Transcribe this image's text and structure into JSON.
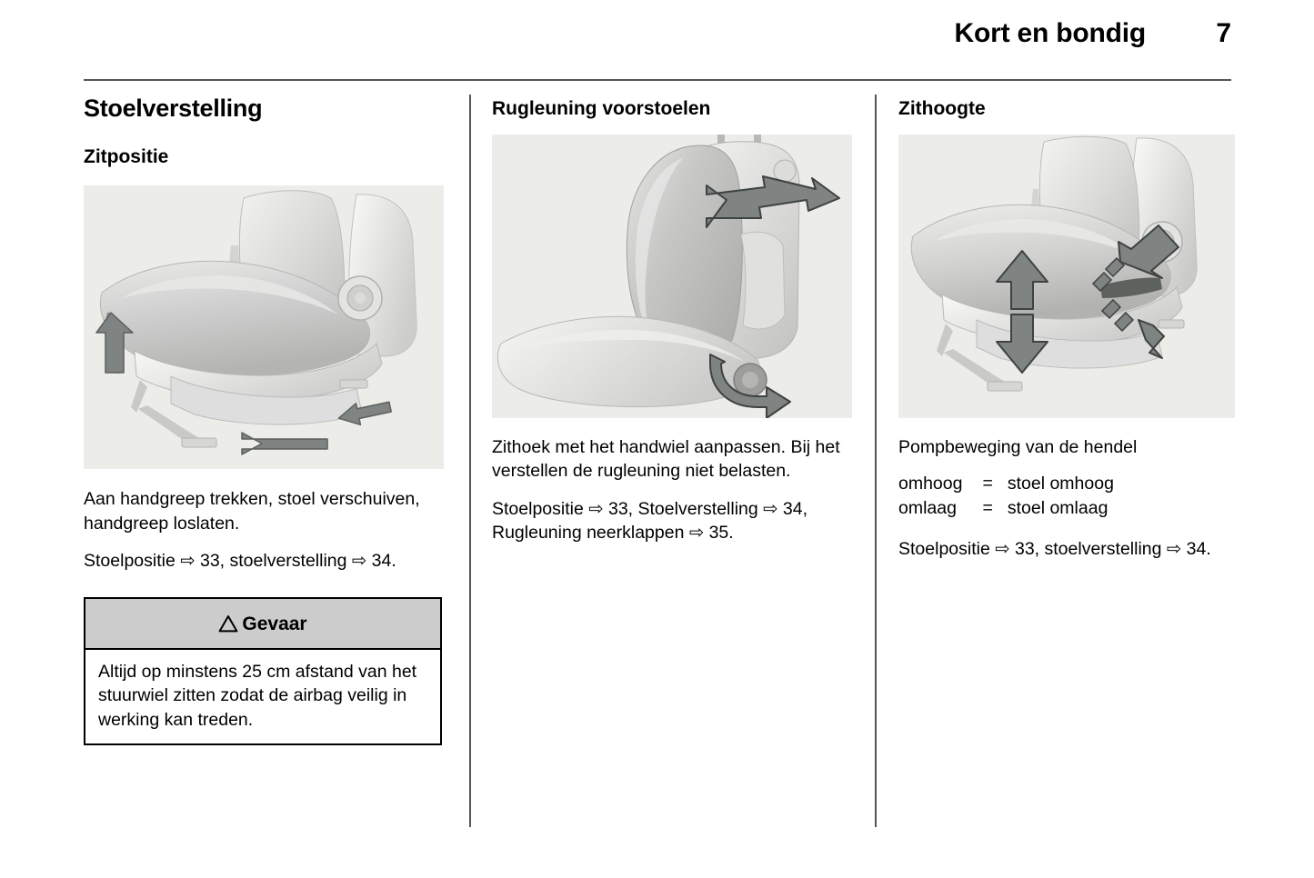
{
  "header": {
    "chapter_title": "Kort en bondig",
    "page_number": "7"
  },
  "arrow_glyph": "⇨",
  "warning_glyph": "⚠",
  "columns": {
    "col1": {
      "section_title": "Stoelverstelling",
      "sub_title": "Zitpositie",
      "figure_alt": "Autostoel met pijl omhoog bij de handgreep en pijlen naar voren en achteren",
      "paragraph_1": "Aan handgreep trekken, stoel ver­schuiven, handgreep loslaten.",
      "paragraph_2": "Stoelpositie ⇨ 33, stoelverstelling ⇨ 34.",
      "warning": {
        "label": "Gevaar",
        "text": "Altijd op minstens 25 cm afstand van het stuurwiel zitten zodat de airbag veilig in werking kan treden."
      }
    },
    "col2": {
      "title": "Rugleuning voorstoelen",
      "figure_alt": "Rugleuning van voorstoel met dubbele pijl en draaiknop",
      "paragraph_1": "Zithoek met het handwiel aanpassen. Bij het verstellen de rugleuning niet belasten.",
      "paragraph_2": "Stoelpositie ⇨ 33, Stoelverstelling ⇨ 34, Rugleuning neerklappen ⇨ 35."
    },
    "col3": {
      "title": "Zithoogte",
      "figure_alt": "Autostoel met verticale dubbele pijl en pomphendel pijlen",
      "paragraph_1": "Pompbeweging van de hendel",
      "deflist": [
        {
          "key": "omhoog",
          "eq": "=",
          "value": "stoel omhoog"
        },
        {
          "key": "omlaag",
          "eq": "=",
          "value": "stoel omlaag"
        }
      ],
      "paragraph_2": "Stoelpositie ⇨ 33, stoelverstelling ⇨ 34."
    }
  },
  "colors": {
    "rule": "#555555",
    "figure_background": "#ecece9",
    "warning_header_background": "#cccccc",
    "text": "#000000"
  }
}
